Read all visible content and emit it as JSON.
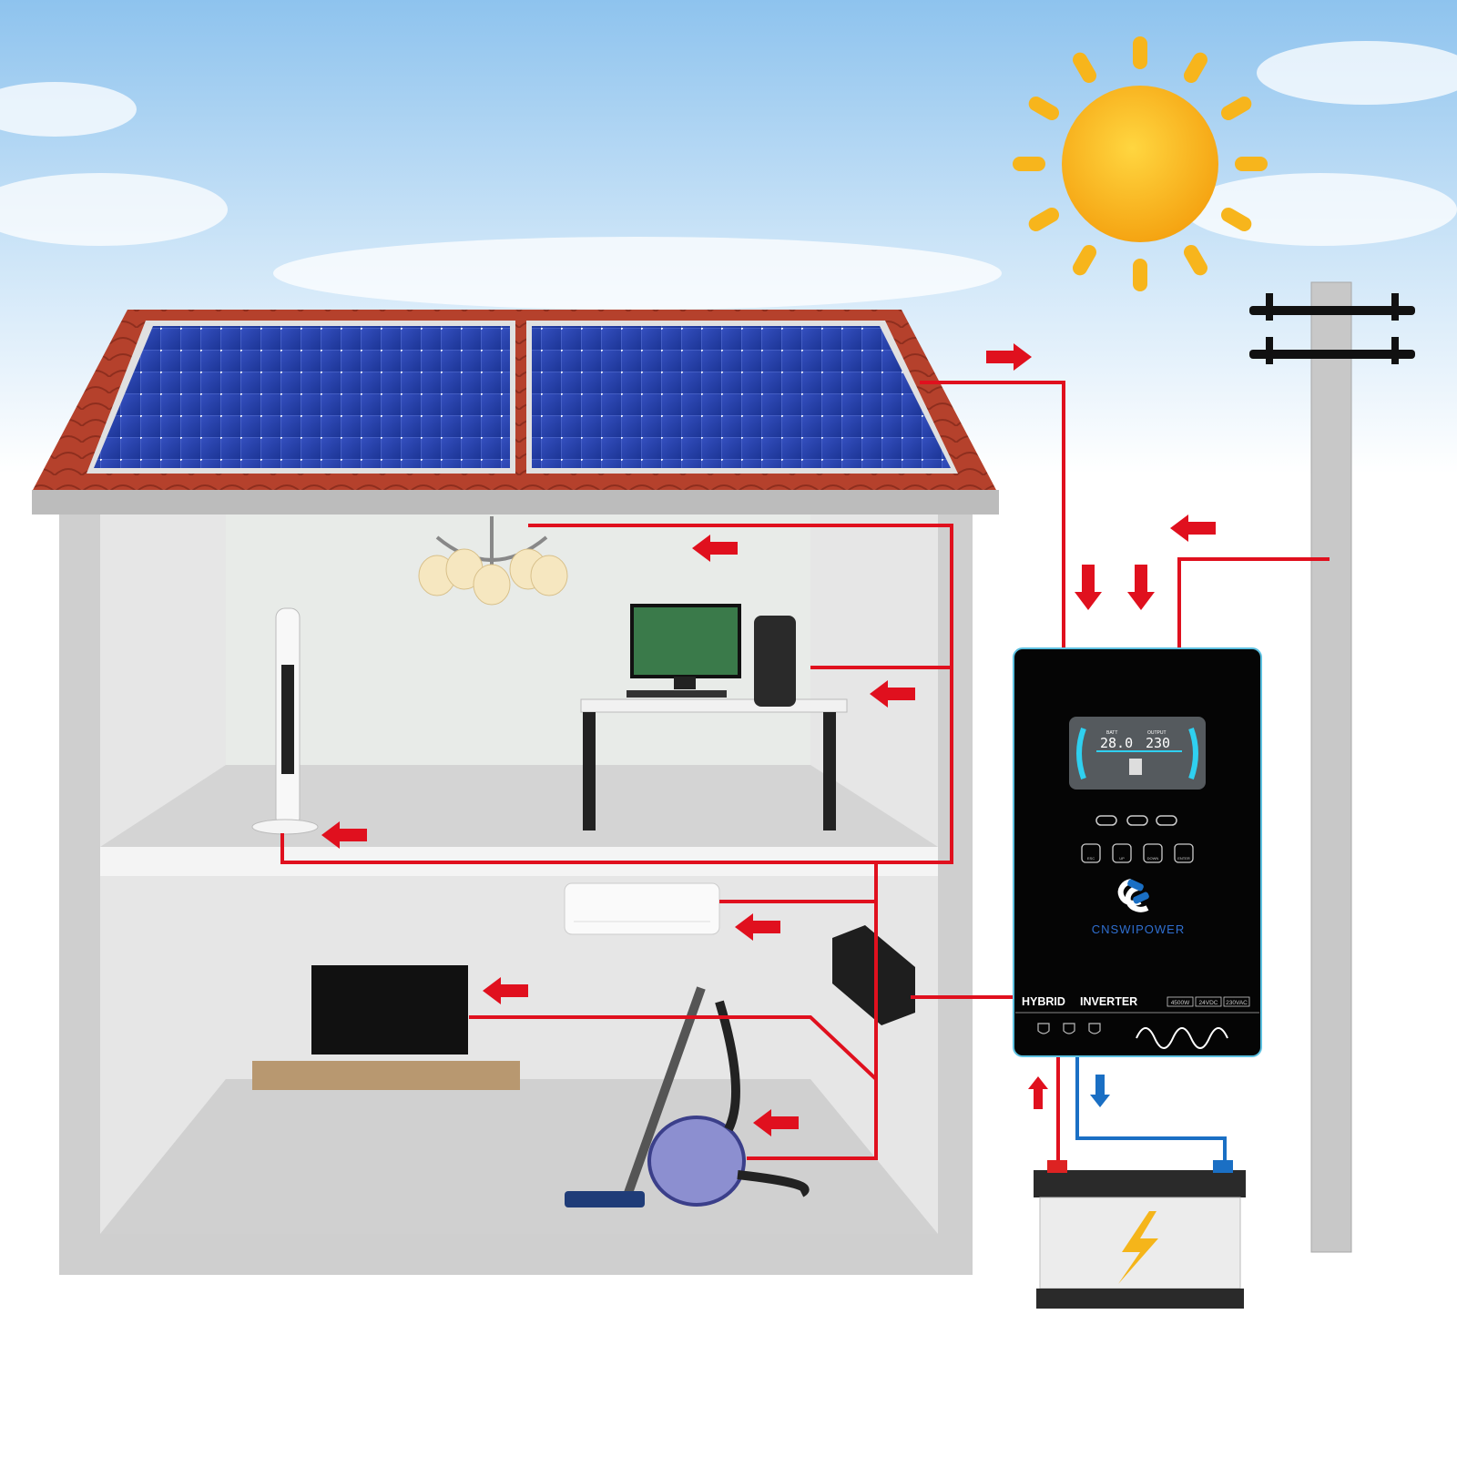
{
  "inverter": {
    "brand": "CNSWIPOWER",
    "title_left": "HYBRID",
    "title_right": "INVERTER",
    "specs": [
      "4500W",
      "24VDC",
      "230VAC"
    ],
    "lcd": {
      "batt_label": "BATT",
      "batt_value": "28.0",
      "output_label": "OUTPUT",
      "output_value": "230"
    },
    "buttons": [
      "ESC",
      "UP",
      "DOWN",
      "ENTER"
    ]
  },
  "colors": {
    "power_line": "#e0101e",
    "battery_negative": "#1a6fc4",
    "roof": "#b5412c",
    "panel": "#2a44a8",
    "sun": "#f7b51c",
    "inverter_body": "#050505",
    "lcd_accent": "#2fd0f0"
  }
}
